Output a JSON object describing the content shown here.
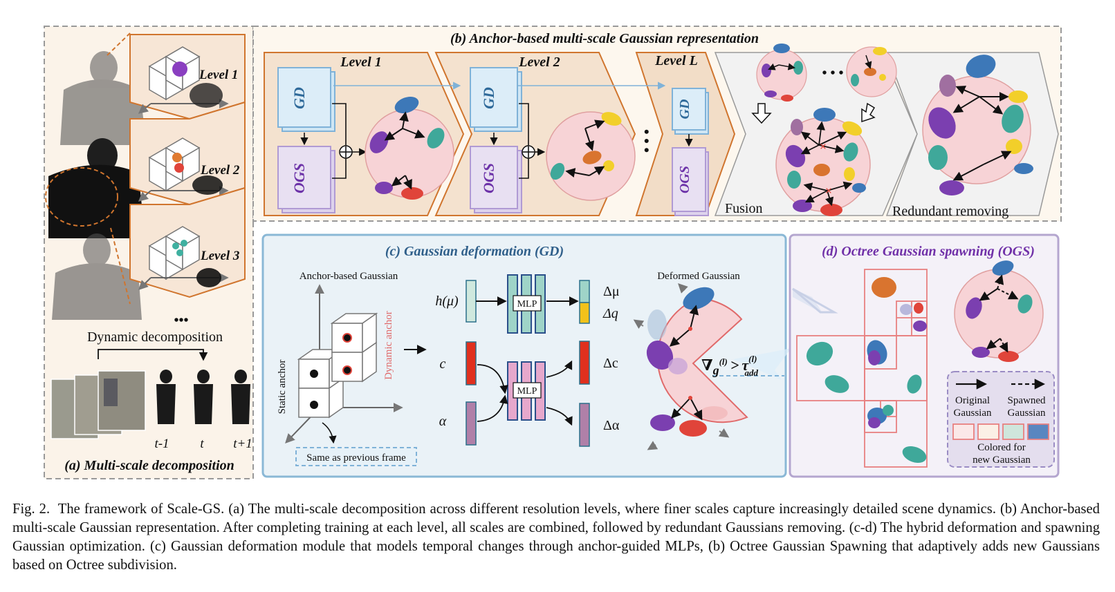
{
  "panel_a": {
    "title": "(a) Multi-scale decomposition",
    "levels": [
      "Level 1",
      "Level 2",
      "Level 3"
    ],
    "ellipsis": "•••",
    "dynamic_decomposition": "Dynamic decomposition",
    "frames": [
      "t-1",
      "t",
      "t+1"
    ]
  },
  "panel_b": {
    "title": "(b) Anchor-based multi-scale Gaussian representation",
    "levels": [
      "Level 1",
      "Level  2",
      "Level L"
    ],
    "gd": "GD",
    "ogs": "OGS",
    "dots": "• • •",
    "fusion": "Fusion",
    "redundant": "Redundant removing"
  },
  "panel_c": {
    "title": "(c) Gaussian deformation (GD)",
    "anchor_gaussian": "Anchor-based Gaussian",
    "static_anchor": "Static anchor",
    "dynamic_anchor": "Dynamic anchor",
    "same_prev": "Same as previous frame",
    "h_mu": "h(μ)",
    "c": "c",
    "alpha": "α",
    "mlp": "MLP",
    "d_mu": "Δμ",
    "d_q": "Δq",
    "d_c": "Δc",
    "d_alpha": "Δα",
    "deformed": "Deformed Gaussian",
    "grad_lhs": "∇",
    "grad_g": "g",
    "grad_sup": "(l)",
    "grad_op": ">",
    "grad_tau": "τ",
    "grad_tau_sup": "(l)",
    "grad_tau_sub": "add"
  },
  "panel_d": {
    "title": "(d) Octree Gaussian spawning (OGS)",
    "original": "Original Gaussian",
    "original_l1": "Original",
    "original_l2": "Gaussian",
    "spawned_l1": "Spawned",
    "spawned_l2": "Gaussian",
    "colored_l1": "Colored for",
    "colored_l2": "new Gaussian"
  },
  "caption": {
    "label": "Fig. 2.",
    "text": "The framework of  Scale-GS. (a) The multi-scale decomposition across different resolution levels, where finer scales capture increasingly detailed scene dynamics. (b) Anchor-based multi-scale Gaussian representation. After completing training at each level, all scales are combined, followed by redundant Gaussians removing. (c-d) The hybrid deformation and spawning Gaussian optimization. (c) Gaussian deformation module that models temporal changes through anchor-guided MLPs, (b) Octree Gaussian Spawning that adaptively adds new Gaussians based on Octree subdivision."
  },
  "colors": {
    "purple": "#7b3fb0",
    "teal": "#3fa89a",
    "orange": "#d9742f",
    "red": "#e0443a",
    "blue": "#3d78b8",
    "yellow": "#f2cf2a",
    "pink_bg": "#f7d6d6",
    "gd_blue": "#d9ecf6",
    "ogs_purple": "#e6ddf0"
  }
}
